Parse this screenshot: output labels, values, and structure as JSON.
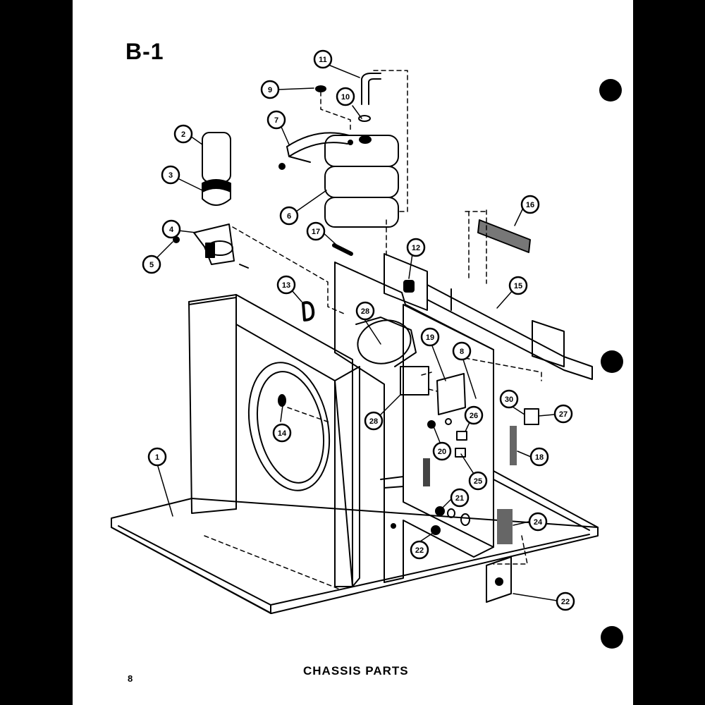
{
  "sheet": {
    "id": "B-1",
    "caption": "CHASSIS PARTS",
    "page_number": "8"
  },
  "callouts": [
    {
      "name": "callout-1",
      "label": "1"
    },
    {
      "name": "callout-2",
      "label": "2"
    },
    {
      "name": "callout-3",
      "label": "3"
    },
    {
      "name": "callout-4",
      "label": "4"
    },
    {
      "name": "callout-5",
      "label": "5"
    },
    {
      "name": "callout-6",
      "label": "6"
    },
    {
      "name": "callout-7",
      "label": "7"
    },
    {
      "name": "callout-8",
      "label": "8"
    },
    {
      "name": "callout-9",
      "label": "9"
    },
    {
      "name": "callout-10",
      "label": "10"
    },
    {
      "name": "callout-11",
      "label": "11"
    },
    {
      "name": "callout-12",
      "label": "12"
    },
    {
      "name": "callout-13",
      "label": "13"
    },
    {
      "name": "callout-14",
      "label": "14"
    },
    {
      "name": "callout-15",
      "label": "15"
    },
    {
      "name": "callout-16",
      "label": "16"
    },
    {
      "name": "callout-17",
      "label": "17"
    },
    {
      "name": "callout-18",
      "label": "18"
    },
    {
      "name": "callout-19",
      "label": "19"
    },
    {
      "name": "callout-20",
      "label": "20"
    },
    {
      "name": "callout-21",
      "label": "21"
    },
    {
      "name": "callout-22a",
      "label": "22"
    },
    {
      "name": "callout-22b",
      "label": "22"
    },
    {
      "name": "callout-24",
      "label": "24"
    },
    {
      "name": "callout-25",
      "label": "25"
    },
    {
      "name": "callout-26",
      "label": "26"
    },
    {
      "name": "callout-27",
      "label": "27"
    },
    {
      "name": "callout-28a",
      "label": "28"
    },
    {
      "name": "callout-28b",
      "label": "28"
    },
    {
      "name": "callout-30",
      "label": "30"
    }
  ]
}
